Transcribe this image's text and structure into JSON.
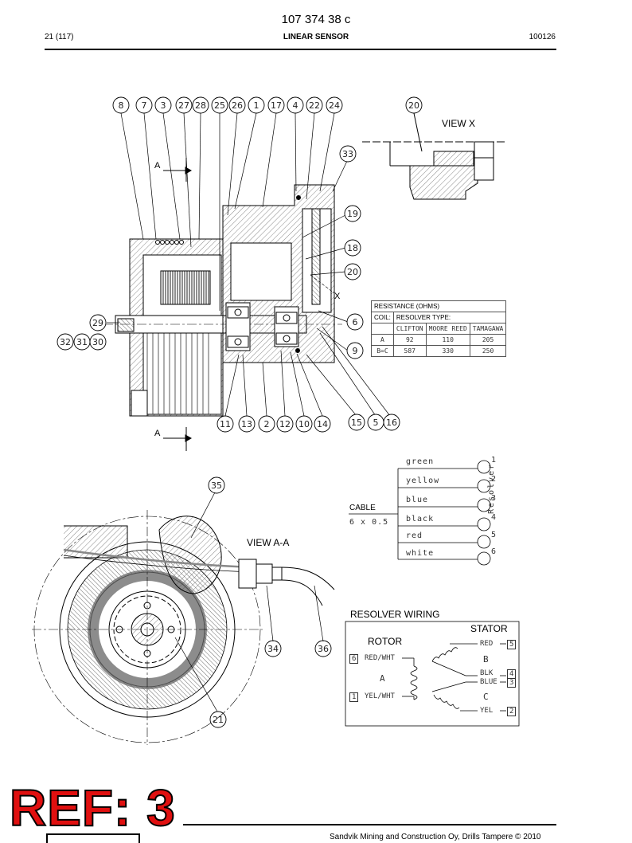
{
  "header": {
    "doc_number": "107 374 38 c",
    "page_ref": "21 (117)",
    "title": "LINEAR SENSOR",
    "date": "100126"
  },
  "footer": {
    "copyright": "Sandvik Mining and Construction Oy, Drills Tampere © 2010",
    "stamp": "REF: 3"
  },
  "views": {
    "view_x": "VIEW X",
    "view_aa": "VIEW A-A",
    "section_a_top": "A",
    "section_a_bottom": "A",
    "x_marker": "X"
  },
  "item_numbers_top": [
    "8",
    "7",
    "3",
    "27",
    "28",
    "25",
    "26",
    "1",
    "17",
    "4",
    "22",
    "24"
  ],
  "item_number_view_x": "20",
  "item_numbers_right": [
    "33",
    "19",
    "18",
    "20",
    "6",
    "9"
  ],
  "item_numbers_left": [
    "29",
    "32",
    "31",
    "30"
  ],
  "item_numbers_bottom": [
    "11",
    "13",
    "2",
    "12",
    "10",
    "14",
    "15",
    "5",
    "16"
  ],
  "item_numbers_view_aa": [
    "35",
    "34",
    "36",
    "21"
  ],
  "resistance_table": {
    "title": "RESISTANCE (OHMS)",
    "coil_label": "COIL:",
    "resolver_label": "RESOLVER TYPE:",
    "columns": [
      "CLIFTON",
      "MOORE REED",
      "TAMAGAWA"
    ],
    "rows": [
      {
        "coil": "A",
        "values": [
          "92",
          "110",
          "205"
        ]
      },
      {
        "coil": "B=C",
        "values": [
          "587",
          "330",
          "250"
        ]
      }
    ]
  },
  "cable": {
    "label": "CABLE",
    "spec": "6 x 0.5",
    "resolver": "Resolver",
    "wires": [
      {
        "color": "green",
        "pin": "1"
      },
      {
        "color": "yellow",
        "pin": "2"
      },
      {
        "color": "blue",
        "pin": "3"
      },
      {
        "color": "black",
        "pin": "4"
      },
      {
        "color": "red",
        "pin": "5"
      },
      {
        "color": "white",
        "pin": "6"
      }
    ]
  },
  "wiring": {
    "title": "RESOLVER WIRING",
    "stator": "STATOR",
    "rotor": "ROTOR",
    "coil_a": "A",
    "coil_b": "B",
    "coil_c": "C",
    "rotor_top": {
      "pin": "6",
      "label": "RED/WHT"
    },
    "rotor_bottom": {
      "pin": "1",
      "label": "YEL/WHT"
    },
    "stator_red": {
      "pin": "5",
      "label": "RED"
    },
    "stator_blk": {
      "pin": "4",
      "label": "BLK"
    },
    "stator_blue": {
      "pin": "3",
      "label": "BLUE"
    },
    "stator_yel": {
      "pin": "2",
      "label": "YEL"
    }
  }
}
